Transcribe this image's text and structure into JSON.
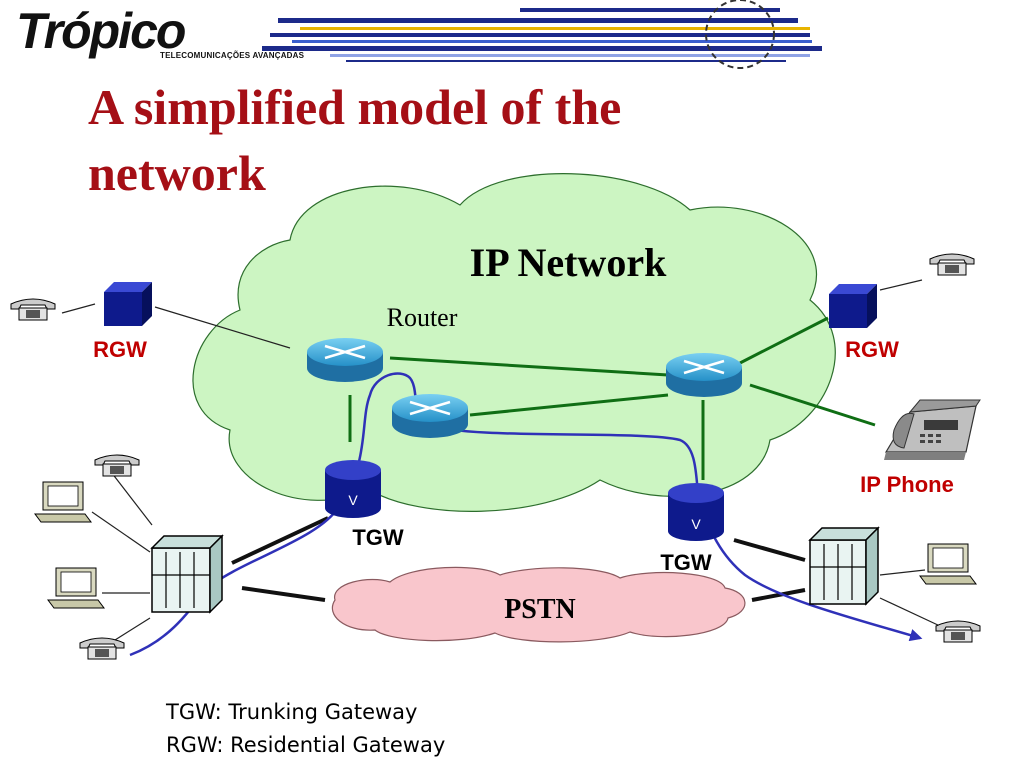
{
  "logo": {
    "word": "Trópico",
    "tagline": "TELECOMUNICAÇÕES AVANÇADAS"
  },
  "slide": {
    "title": "A simplified model of the network"
  },
  "diagram": {
    "ip_network_label": "IP Network",
    "router_label": "Router",
    "pstn_label": "PSTN",
    "rgw_left_label": "RGW",
    "rgw_right_label": "RGW",
    "tgw_left_label": "TGW",
    "tgw_right_label": "TGW",
    "tgw_marker": "V",
    "ip_phone_label": "IP Phone"
  },
  "legend": {
    "tgw": "TGW: Trunking Gateway",
    "rgw": "RGW: Residential Gateway"
  },
  "colors": {
    "title": "#a50f16",
    "label_red": "#c00000",
    "ip_cloud": "#ccf5c2",
    "pstn_cloud": "#f9c6cc",
    "green_link": "#0f6e14",
    "blue_path": "#2f31b8",
    "gateway_blue": "#0e1a8c"
  }
}
